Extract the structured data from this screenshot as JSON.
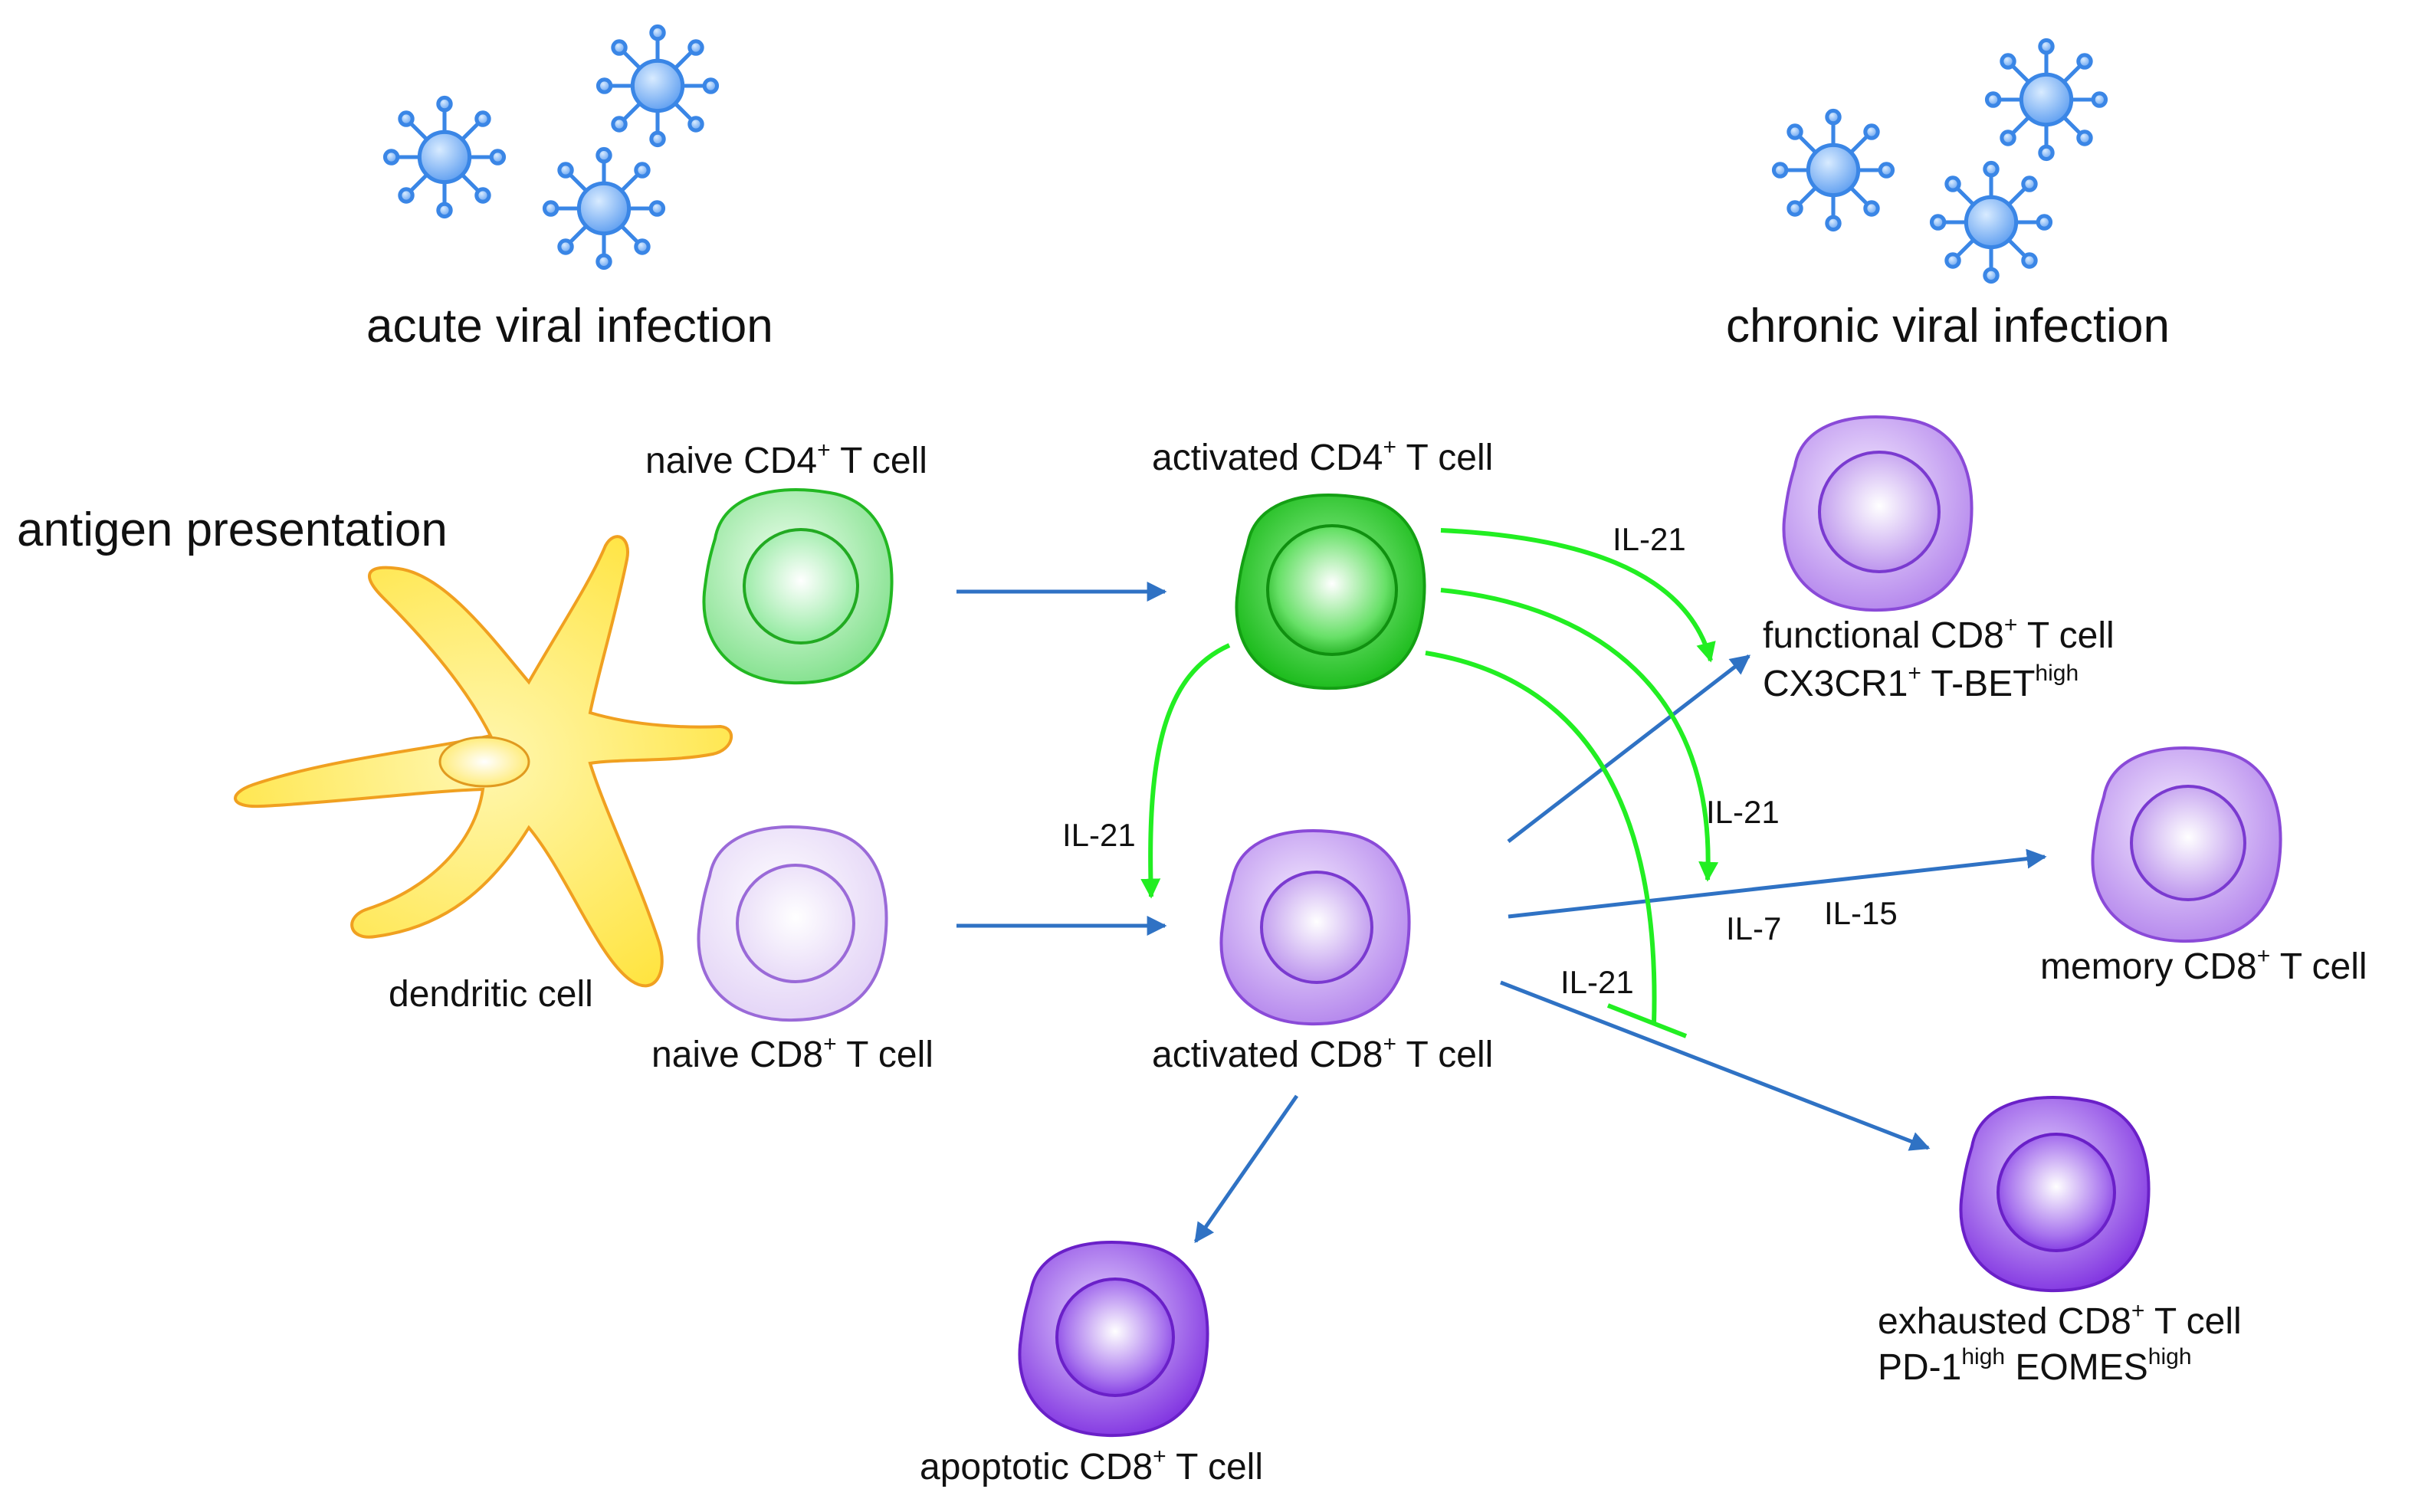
{
  "headings": {
    "acute": "acute viral infection",
    "chronic": "chronic viral infection",
    "antigen": "antigen presentation"
  },
  "cells": {
    "dendritic": "dendritic cell",
    "naive_cd4": {
      "pre": "naive CD4",
      "sup": "+",
      "post": " T cell"
    },
    "naive_cd8": {
      "pre": "naive CD8",
      "sup": "+",
      "post": " T cell"
    },
    "activated_cd4": {
      "pre": "activated CD4",
      "sup": "+",
      "post": " T cell"
    },
    "activated_cd8": {
      "pre": "activated CD8",
      "sup": "+",
      "post": " T cell"
    },
    "apoptotic_cd8": {
      "pre": "apoptotic CD8",
      "sup": "+",
      "post": " T cell"
    },
    "functional_cd8": {
      "line1": {
        "pre": "functional CD8",
        "sup": "+",
        "post": " T cell"
      },
      "line2": {
        "a": "CX3CR1",
        "a_sup": "+",
        "b": " T-BET",
        "b_sup": "high"
      }
    },
    "memory_cd8": {
      "pre": "memory CD8",
      "sup": "+",
      "post": " T cell"
    },
    "exhausted_cd8": {
      "line1": {
        "pre": "exhausted CD8",
        "sup": "+",
        "post": " T cell"
      },
      "line2": {
        "a": "PD-1",
        "a_sup": "high",
        "b": " EOMES",
        "b_sup": "high"
      }
    }
  },
  "cytokines": {
    "il21_top": "IL-21",
    "il21_left": "IL-21",
    "il21_mid": "IL-21",
    "il21_low": "IL-21",
    "il7": "IL-7",
    "il15": "IL-15"
  },
  "colors": {
    "arrow_blue": "#2f72c4",
    "arrow_green": "#22ee22",
    "virus_blue": "#3a86e6",
    "dendritic_yellow": "#ffe84a",
    "dendritic_outline": "#f0a020",
    "cd4_green": "#22cc22",
    "cd8_purple": "#8a3de0"
  }
}
